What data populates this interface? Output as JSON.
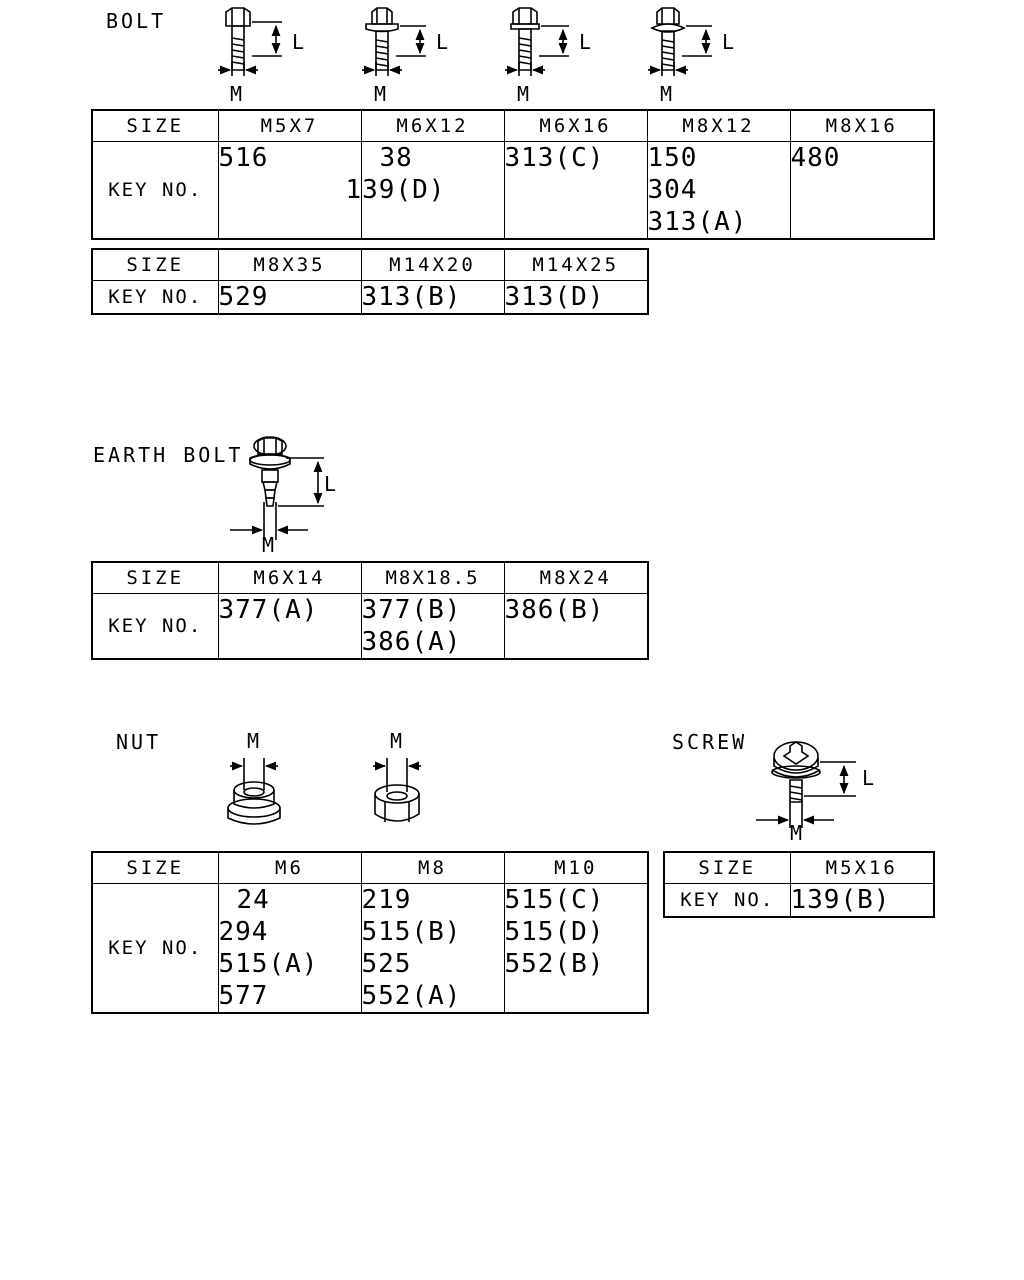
{
  "bolt": {
    "title": "BOLT",
    "dim_m": "M",
    "dim_l": "L",
    "table1": {
      "size_label": "SIZE",
      "key_label": "KEY NO.",
      "columns": [
        {
          "size": "M5X7",
          "keys": [
            "516"
          ]
        },
        {
          "size": "M6X12",
          "keys": [
            "38",
            "139(D)"
          ]
        },
        {
          "size": "M6X16",
          "keys": [
            "313(C)"
          ]
        },
        {
          "size": "M8X12",
          "keys": [
            "150",
            "304",
            "313(A)"
          ]
        },
        {
          "size": "M8X16",
          "keys": [
            "480"
          ]
        }
      ]
    },
    "table2": {
      "size_label": "SIZE",
      "key_label": "KEY NO.",
      "columns": [
        {
          "size": "M8X35",
          "keys": [
            "529"
          ]
        },
        {
          "size": "M14X20",
          "keys": [
            "313(B)"
          ]
        },
        {
          "size": "M14X25",
          "keys": [
            "313(D)"
          ]
        }
      ]
    }
  },
  "earth_bolt": {
    "title": "EARTH BOLT",
    "dim_m": "M",
    "dim_l": "L",
    "table": {
      "size_label": "SIZE",
      "key_label": "KEY NO.",
      "columns": [
        {
          "size": "M6X14",
          "keys": [
            "377(A)"
          ]
        },
        {
          "size": "M8X18.5",
          "keys": [
            "377(B)",
            "386(A)"
          ]
        },
        {
          "size": "M8X24",
          "keys": [
            "386(B)"
          ]
        }
      ]
    }
  },
  "nut": {
    "title": "NUT",
    "dim_m": "M",
    "table": {
      "size_label": "SIZE",
      "key_label": "KEY NO.",
      "columns": [
        {
          "size": "M6",
          "keys": [
            "24",
            "294",
            "515(A)",
            "577"
          ]
        },
        {
          "size": "M8",
          "keys": [
            "219",
            "515(B)",
            "525",
            "552(A)"
          ]
        },
        {
          "size": "M10",
          "keys": [
            "515(C)",
            "515(D)",
            "552(B)"
          ]
        }
      ]
    }
  },
  "screw": {
    "title": "SCREW",
    "dim_m": "M",
    "dim_l": "L",
    "table": {
      "size_label": "SIZE",
      "key_label": "KEY NO.",
      "columns": [
        {
          "size": "M5X16",
          "keys": [
            "139(B)"
          ]
        }
      ]
    }
  }
}
